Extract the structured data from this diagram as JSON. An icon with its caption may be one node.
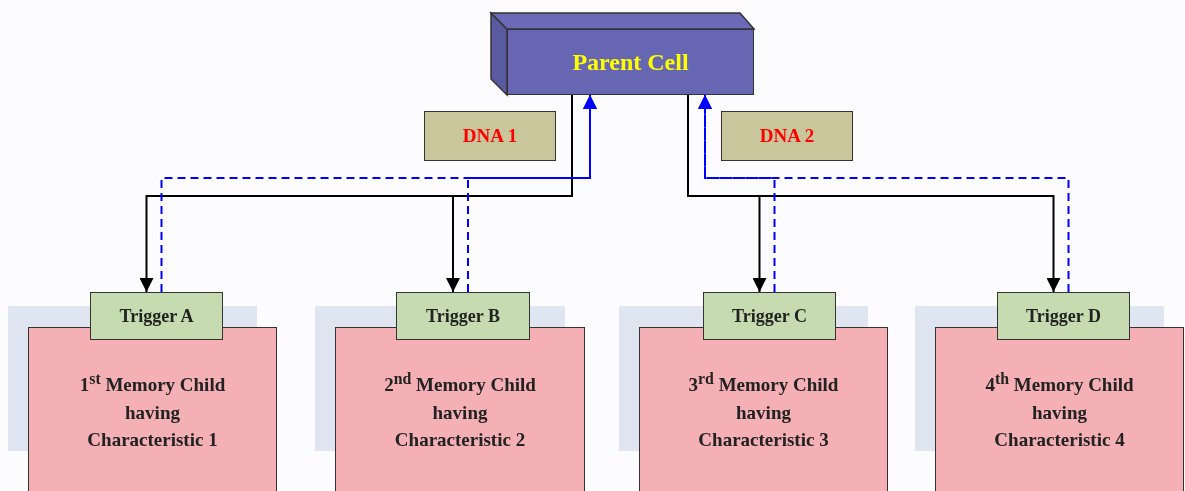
{
  "diagram": {
    "nodes": [
      {
        "text": [
          "Parent Cell"
        ]
      },
      {
        "text": [
          "DNA 1"
        ]
      },
      {
        "text": [
          "DNA 2"
        ]
      },
      {
        "text": [
          "Trigger A"
        ]
      },
      {
        "text": [
          "1$^{st}$ Memory Child having Characteristic 1"
        ]
      },
      {
        "text": [
          "Trigger B"
        ]
      },
      {
        "text": [
          "2$^{nd}$ Memory Child having Characteristic 2"
        ]
      },
      {
        "text": [
          "Trigger C"
        ]
      },
      {
        "text": [
          "3$^{rd}$ Memory Child having Characteristic 3"
        ]
      },
      {
        "text": [
          "Trigger D"
        ]
      },
      {
        "text": [
          "4$^{th}$ Memory Child having Characteristic 4"
        ]
      }
    ],
    "edges": [
      {
        "from": 0,
        "to": 3,
        "arrow": "to"
      },
      {
        "from": 0,
        "to": 5,
        "arrow": "to"
      },
      {
        "from": 0,
        "to": 7,
        "arrow": "to"
      },
      {
        "from": 0,
        "to": 9,
        "arrow": "to"
      },
      {
        "from": 3,
        "to": 0,
        "arrow": "to",
        "style": "dashed",
        "color": "#0000ff"
      },
      {
        "from": 5,
        "to": 0,
        "arrow": "to",
        "style": "dashed",
        "color": "#0000ff"
      },
      {
        "from": 7,
        "to": 0,
        "arrow": "to",
        "style": "dashed",
        "color": "#0000ff"
      },
      {
        "from": 9,
        "to": 0,
        "arrow": "to",
        "style": "dashed",
        "color": "#0000ff"
      }
    ]
  }
}
